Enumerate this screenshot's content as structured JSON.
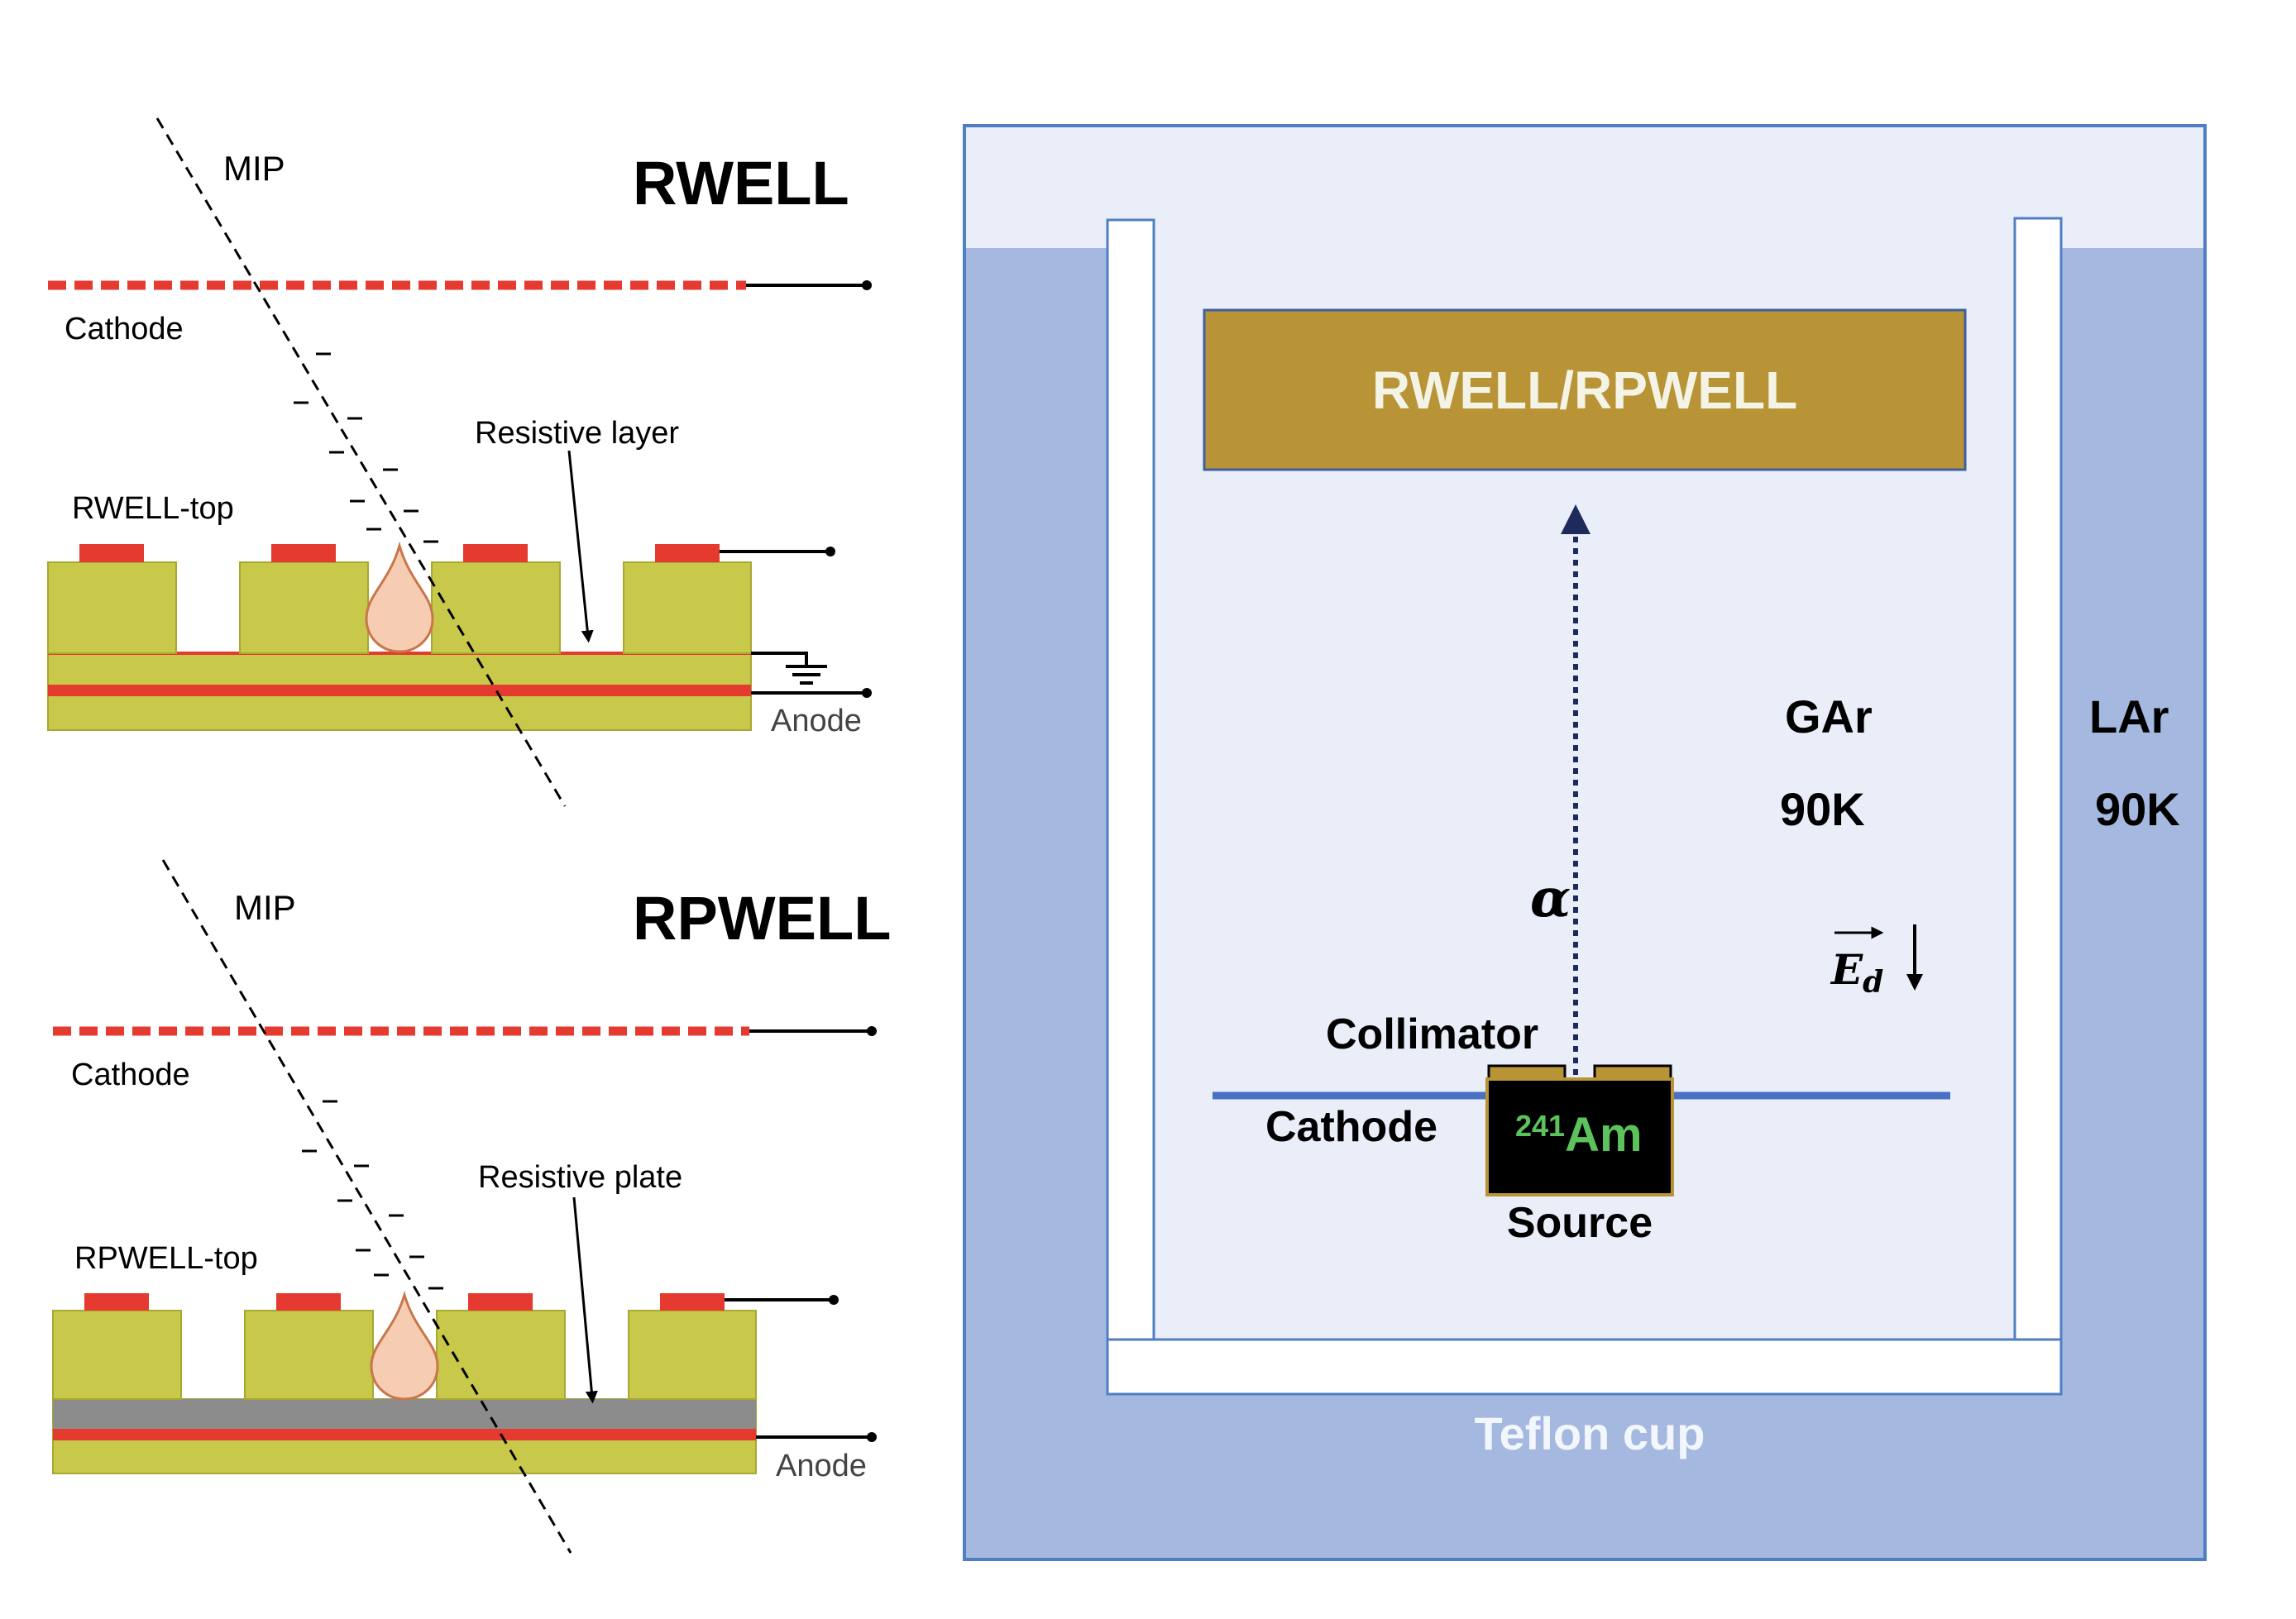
{
  "colors": {
    "pad": "#e43a2f",
    "fr4": "#c8c84a",
    "fr4_stroke": "#a8a832",
    "resistive_plate": "#8c8c8c",
    "droplet": "#f6cdb3",
    "droplet_stroke": "#c8764a",
    "lar": "#a5b8df",
    "gar": "#e9eef8",
    "frame": "#4f7fc2",
    "detector": "#b89436",
    "detector_text": "#f3f3e6",
    "cathode_line": "#4a72c4",
    "source_body": "#000000",
    "source_text": "#5cc35c",
    "arrow": "#1f2a5c",
    "teflon_text": "#f2f6fd"
  },
  "rwell_panel": {
    "title": "RWELL",
    "mip_label": "MIP",
    "cathode_label": "Cathode",
    "resistive_label": "Resistive layer",
    "top_label": "RWELL-top",
    "anode_label": "Anode"
  },
  "rpwell_panel": {
    "title": "RPWELL",
    "mip_label": "MIP",
    "cathode_label": "Cathode",
    "resistive_label": "Resistive plate",
    "top_label": "RPWELL-top",
    "anode_label": "Anode"
  },
  "setup": {
    "detector_label": "RWELL/RPWELL",
    "gas_label": "GAr",
    "gas_temp": "90K",
    "liquid_label": "LAr",
    "liquid_temp": "90K",
    "alpha_label": "α",
    "field_label": "E",
    "field_sub": "d",
    "collimator_label": "Collimator",
    "cathode_label": "Cathode",
    "source_isotope": "241",
    "source_element": "Am",
    "source_label": "Source",
    "cup_label": "Teflon cup"
  }
}
